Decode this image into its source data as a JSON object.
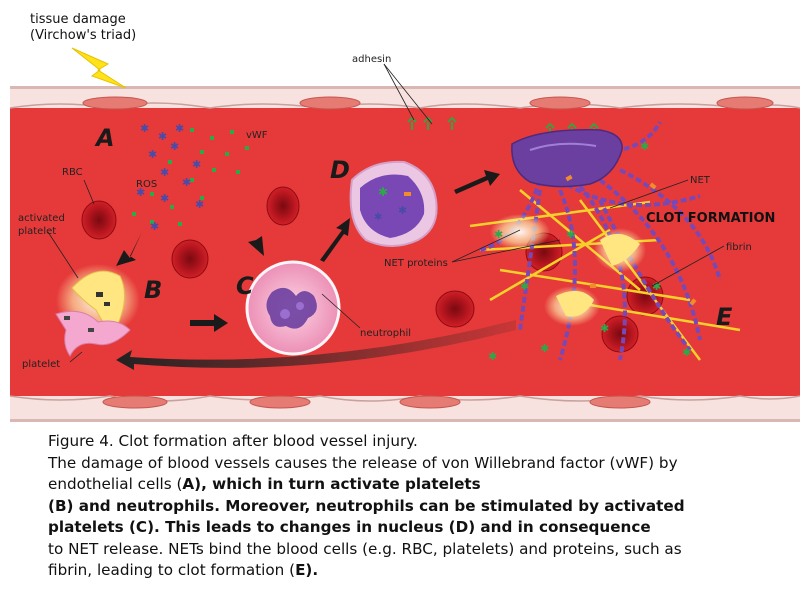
{
  "diagram": {
    "top_label_line1": "tissue damage",
    "top_label_line2": "(Virchow's triad)",
    "labels": {
      "adhesin": "adhesin",
      "vwf": "vWF",
      "ros": "ROS",
      "rbc": "RBC",
      "activated_platelet_1": "activated",
      "activated_platelet_2": "platelet",
      "platelet": "platelet",
      "neutrophil": "neutrophil",
      "net": "NET",
      "net_proteins": "NET proteins",
      "fibrin": "fibrin",
      "clot_formation": "CLOT FORMATION"
    },
    "letters": {
      "a": "A",
      "b": "B",
      "c": "C",
      "d": "D",
      "e": "E"
    },
    "colors": {
      "vessel_lumen": "#e63a3a",
      "vessel_wall": "#f7e2e0",
      "endothelial_cell": "#e57b73",
      "rbc": "#c0141c",
      "platelet_activated": "#ffe680",
      "platelet": "#f4a8d0",
      "neutrophil": "#f7b6cf",
      "nucleus": "#6b3fa0",
      "net_strand": "#7a48b5",
      "fibrin": "#f6d12b",
      "vwf_dot": "#2ea84a",
      "ros_star": "#4a4aa8",
      "lightning": "#ffe21a"
    }
  },
  "caption": {
    "line1": "Figure 4. Clot formation after blood vessel injury.",
    "line2": "The damage of blood vessels causes the release of von Willebrand factor (vWF) by",
    "line3_normal": "endothelial cells (",
    "line3_bold": "A), which in turn activate platelets",
    "line4_bold": "(B) and neutrophils. Moreover, neutrophils can be stimulated by activated",
    "line5_bold": "platelets (C). This leads to changes in nucleus (D) and in consequence",
    "line6": "to NET release. NETs bind the blood cells (e.g. RBC, platelets) and proteins, such as",
    "line7_normal": "fibrin, leading to clot formation (",
    "line7_bold": "E)."
  }
}
